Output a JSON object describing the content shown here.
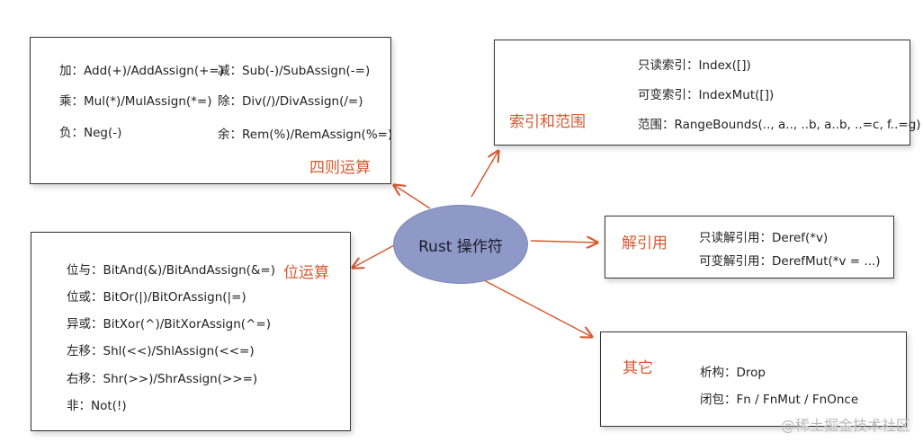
{
  "center": {
    "label": "Rust 操作符"
  },
  "arithmetic": {
    "title": "四则运算",
    "items": [
      "加：Add(+)/AddAssign(+=)",
      "减：Sub(-)/SubAssign(-=)",
      "乘：Mul(*)/MulAssign(*=)",
      "除：Div(/)/DivAssign(/=)",
      "负：Neg(-)",
      "余：Rem(%)/RemAssign(%=)"
    ]
  },
  "index": {
    "title": "索引和范围",
    "items": [
      "只读索引：Index([])",
      "可变索引：IndexMut([])",
      "范围：RangeBounds(.., a.., ..b, a..b, ..=c, f..=g)"
    ]
  },
  "bitwise": {
    "title": "位运算",
    "items": [
      "位与：BitAnd(&)/BitAndAssign(&=)",
      "位或：BitOr(|)/BitOrAssign(|=)",
      "异或：BitXor(^)/BitXorAssign(^=)",
      "左移：Shl(<<)/ShlAssign(<<=)",
      "右移：Shr(>>)/ShrAssign(>>=)",
      "非：Not(!)"
    ]
  },
  "deref": {
    "title": "解引用",
    "items": [
      "只读解引用：Deref(*v)",
      "可变解引用：DerefMut(*v = ...)"
    ]
  },
  "other": {
    "title": "其它",
    "items": [
      "析构：Drop",
      "闭包：Fn / FnMut / FnOnce"
    ]
  },
  "watermark": "@稀土掘金技术社区",
  "colors": {
    "accent": "#d65a31",
    "center_fill": "#8f99c7",
    "border": "#333333"
  }
}
